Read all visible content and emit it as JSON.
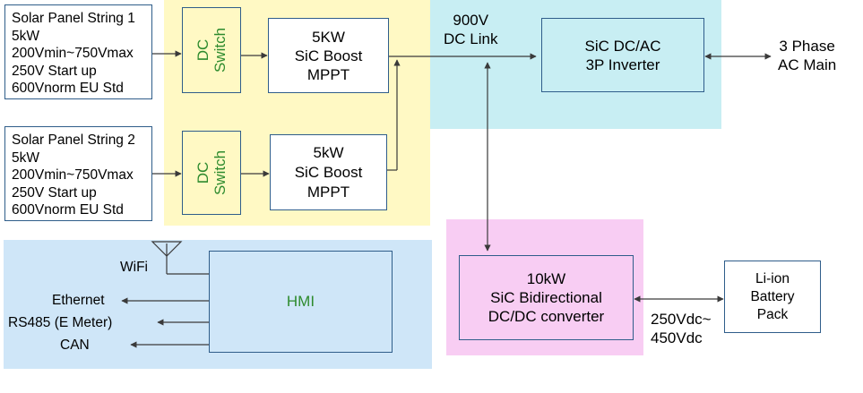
{
  "colors": {
    "yellow_zone": "#fff9c4",
    "cyan_zone": "#c8eef3",
    "pink_zone": "#f8cdf3",
    "blue_zone": "#cfe6f8",
    "box_border": "#2f5d8a",
    "green_text": "#2e8b2e",
    "line": "#3a3a3a"
  },
  "strings": {
    "string1": [
      "Solar Panel String 1",
      "5kW",
      "200Vmin~750Vmax",
      "250V Start up",
      "600Vnorm EU Std"
    ],
    "string2": [
      "Solar Panel String 2",
      "5kW",
      "200Vmin~750Vmax",
      "250V Start up",
      "600Vnorm EU Std"
    ]
  },
  "dc_switch": {
    "line1": "DC",
    "line2": "Switch"
  },
  "boost1": [
    "5KW",
    "SiC Boost",
    "MPPT"
  ],
  "boost2": [
    "5kW",
    "SiC Boost",
    "MPPT"
  ],
  "dc_link": [
    "900V",
    "DC Link"
  ],
  "inverter": [
    "SiC DC/AC",
    "3P Inverter"
  ],
  "ac_main": [
    "3 Phase",
    "AC Main"
  ],
  "bidirectional": [
    "10kW",
    "SiC Bidirectional",
    "DC/DC converter"
  ],
  "battery_voltage": [
    "250Vdc~",
    "450Vdc"
  ],
  "battery": [
    "Li-ion",
    "Battery",
    "Pack"
  ],
  "hmi": {
    "label": "HMI",
    "wifi": "WiFi",
    "ethernet": "Ethernet",
    "rs485": "RS485 (E Meter)",
    "can": "CAN"
  },
  "icons": {
    "antenna": "antenna-icon",
    "arrow": "arrow-head-icon"
  }
}
